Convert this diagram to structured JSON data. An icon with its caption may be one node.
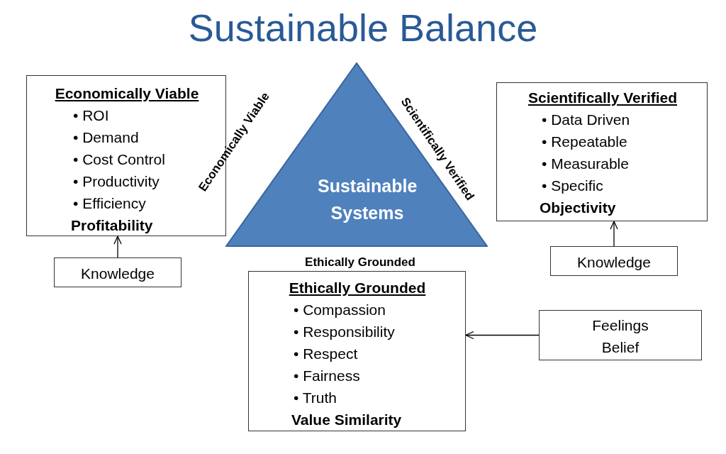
{
  "diagram": {
    "title": "Sustainable Balance",
    "nodes": [
      {
        "text": [
          "Economically Viable",
          "• ROI",
          "• Demand",
          "• Cost Control",
          "• Productivity",
          "• Efficiency",
          "Profitability"
        ]
      },
      {
        "text": [
          "Knowledge"
        ]
      },
      {
        "text": [
          "Sustainable Systems"
        ],
        "beside": [
          "Economically Viable",
          "Scientifically Verified"
        ]
      },
      {
        "text": [
          "Scientifically Verified",
          "• Data Driven",
          "• Repeatable",
          "• Measurable",
          "• Specific",
          "Objectivity"
        ]
      },
      {
        "text": [
          "Knowledge"
        ]
      },
      {
        "text": [
          "Ethically Grounded",
          "• Compassion",
          "• Responsibility",
          "• Respect",
          "• Fairness",
          "• Truth",
          "Value Similarity"
        ]
      },
      {
        "text": [
          "Feelings",
          "Belief"
        ]
      }
    ],
    "edges": [
      {
        "from": 1,
        "to": 0,
        "arrow": "to"
      },
      {
        "from": 4,
        "to": 3,
        "arrow": "to"
      },
      {
        "from": 6,
        "to": 5,
        "arrow": "to"
      }
    ],
    "labels": [
      "Ethically Grounded"
    ]
  }
}
